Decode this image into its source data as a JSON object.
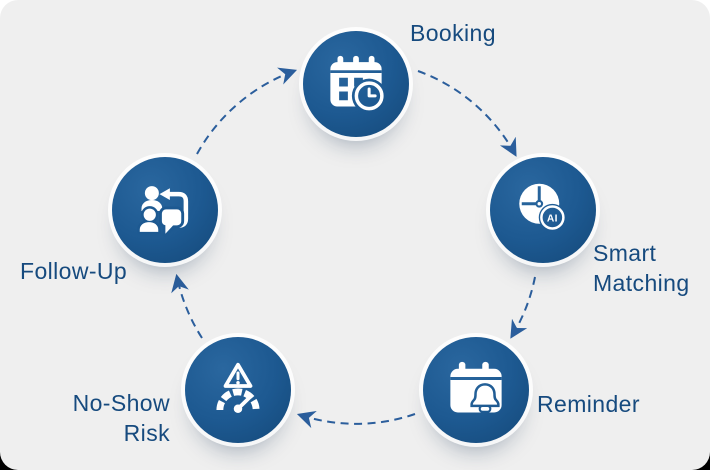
{
  "diagram": {
    "type": "cycle",
    "direction": "clockwise",
    "nodes": [
      {
        "label": "Booking",
        "icon": "calendar-clock-icon"
      },
      {
        "label": "Smart Matching",
        "icon": "ai-clock-icon",
        "badge": "AI"
      },
      {
        "label": "Reminder",
        "icon": "calendar-bell-icon"
      },
      {
        "label": "No-Show Risk",
        "icon": "warning-gauge-icon"
      },
      {
        "label": "Follow-Up",
        "icon": "people-followup-icon"
      }
    ],
    "colors": {
      "node_fill": "#1d5991",
      "node_light": "#2a679f",
      "node_dark": "#144878",
      "icon": "#ffffff",
      "label": "#164a7e",
      "arrow": "#2b5e9c",
      "canvas": "#efefef"
    }
  }
}
